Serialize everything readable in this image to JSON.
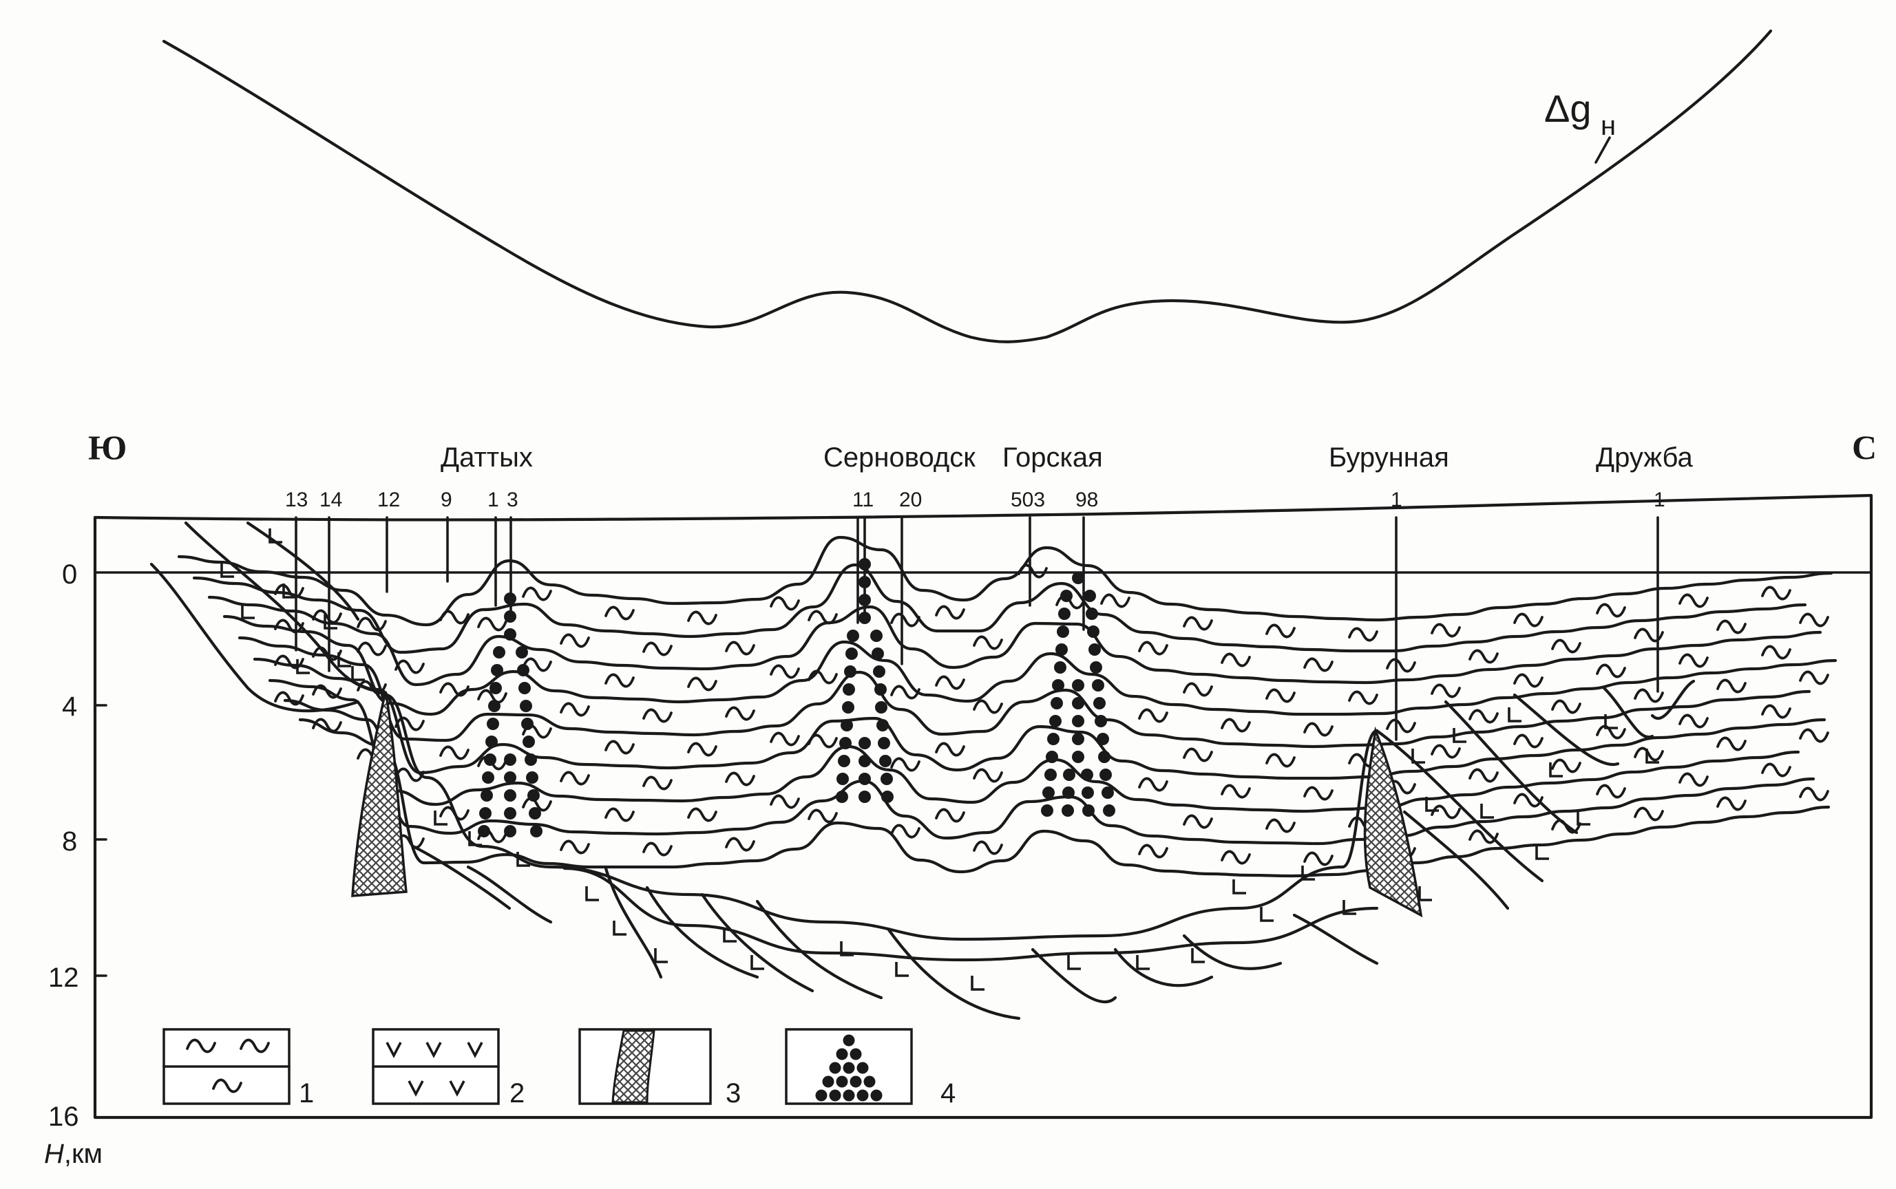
{
  "compass": {
    "south": "Ю",
    "north": "С"
  },
  "gravity_label": "Δg",
  "gravity_sub": "н",
  "fields": [
    {
      "name": "Даттых",
      "wells": [
        "13",
        "14",
        "12",
        "9",
        "1",
        "3"
      ]
    },
    {
      "name": "Серноводск",
      "wells": [
        "11",
        "20"
      ]
    },
    {
      "name": "Горская",
      "wells": [
        "503",
        "98"
      ]
    },
    {
      "name": "Бурунная",
      "wells": [
        "1"
      ]
    },
    {
      "name": "Дружба",
      "wells": [
        "1"
      ]
    }
  ],
  "depth_axis": {
    "ticks": [
      "0",
      "4",
      "8",
      "12",
      "16"
    ],
    "label_italic": "H",
    "label_unit": ",км"
  },
  "legend": [
    "1",
    "2",
    "3",
    "4"
  ]
}
